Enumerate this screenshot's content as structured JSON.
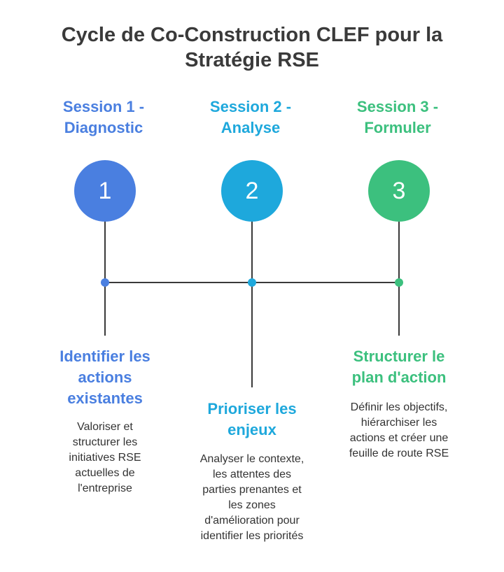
{
  "title": "Cycle de Co-Construction CLEF pour la Stratégie RSE",
  "colors": {
    "session1": "#4a7fe0",
    "session2": "#1ea8dc",
    "session3": "#3cc07e",
    "line": "#3a3a3a"
  },
  "sessions": [
    {
      "label_line1": "Session 1 -",
      "label_line2": "Diagnostic",
      "number": "1",
      "step_title_lines": [
        "Identifier les",
        "actions",
        "existantes"
      ],
      "desc_lines": [
        "Valoriser et",
        "structurer les",
        "initiatives RSE",
        "actuelles de",
        "l'entreprise"
      ]
    },
    {
      "label_line1": "Session 2 -",
      "label_line2": "Analyse",
      "number": "2",
      "step_title_lines": [
        "Prioriser les",
        "enjeux"
      ],
      "desc_lines": [
        "Analyser le contexte,",
        "les attentes des",
        "parties prenantes et",
        "les zones",
        "d'amélioration pour",
        "identifier les priorités"
      ]
    },
    {
      "label_line1": "Session 3 -",
      "label_line2": "Formuler",
      "number": "3",
      "step_title_lines": [
        "Structurer le",
        "plan d'action"
      ],
      "desc_lines": [
        "Définir les objectifs,",
        "hiérarchiser les",
        "actions et créer une",
        "feuille de route RSE"
      ]
    }
  ]
}
